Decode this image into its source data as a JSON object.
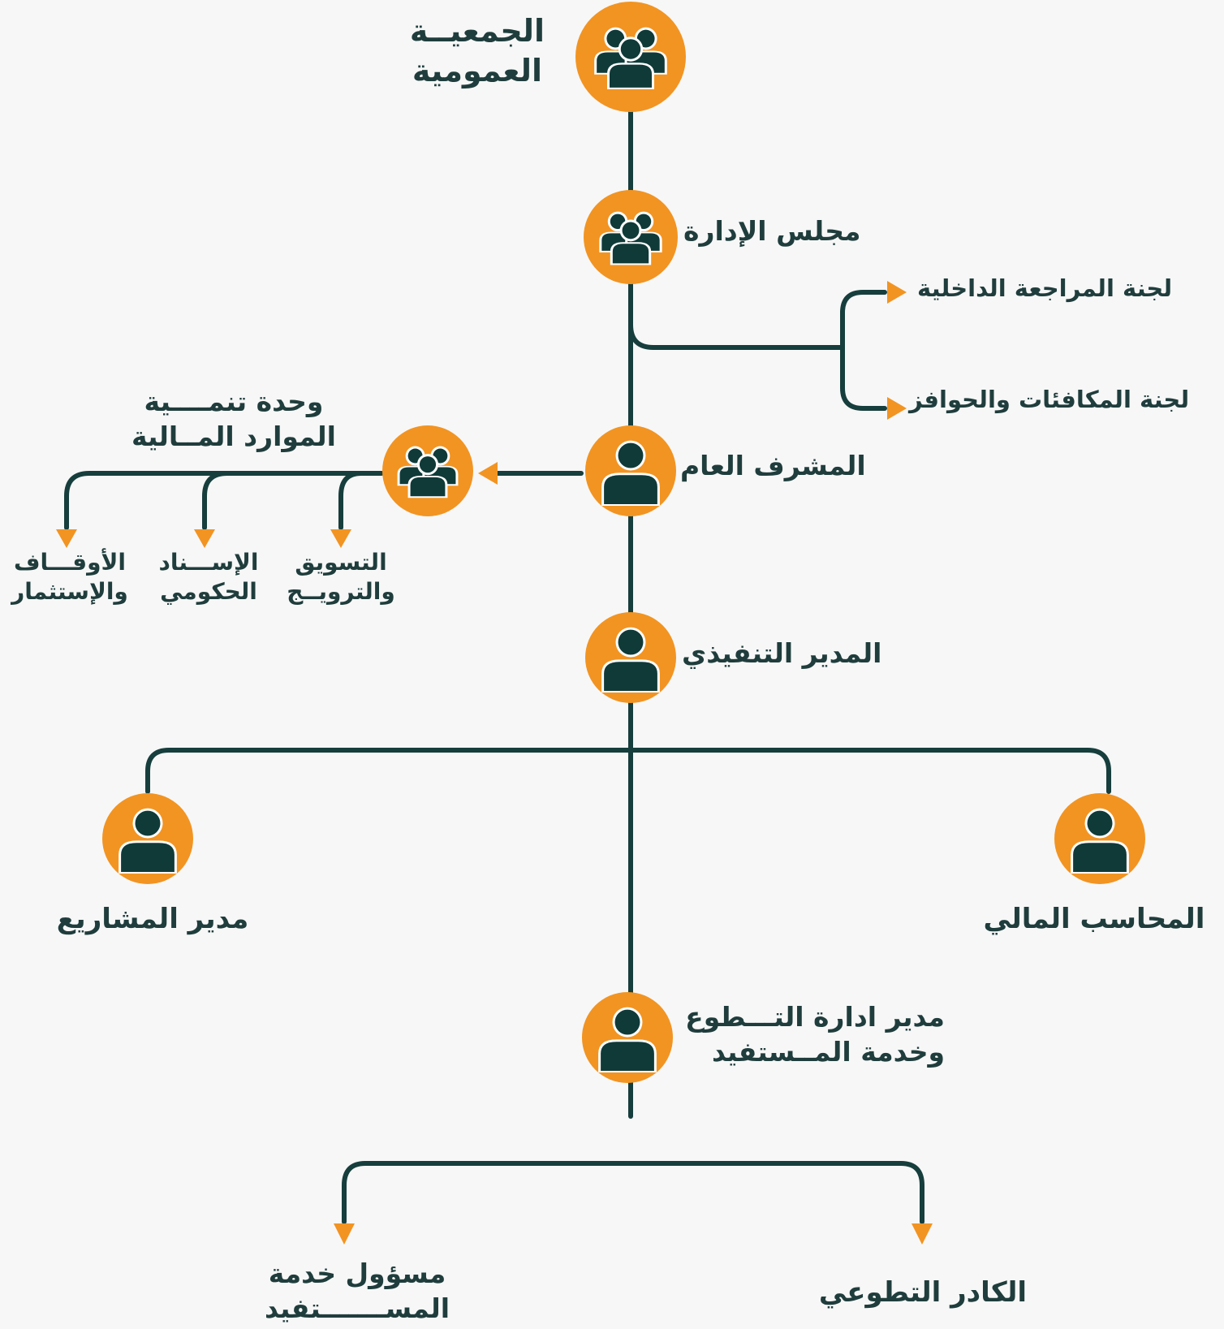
{
  "colors": {
    "background": "#f7f7f7",
    "line": "#163e3c",
    "node_fill": "#f29422",
    "icon_fill": "#0f3a38",
    "icon_outline": "#ffffff",
    "text": "#1f3d3c"
  },
  "nodes": {
    "general_assembly": {
      "icon": "group-icon",
      "label": "الجمعيــة العمومية"
    },
    "board": {
      "icon": "group-icon",
      "label": "مجلس الإدارة"
    },
    "internal_audit": {
      "icon": "arrow-icon",
      "label": "لجنة المراجعة الداخلية"
    },
    "rewards": {
      "icon": "arrow-icon",
      "label": "لجنة المكافئات والحوافز"
    },
    "supervisor": {
      "icon": "person-icon",
      "label": "المشرف العام"
    },
    "financial_dev": {
      "icon": "group-icon",
      "label": "وحدة تنمــــية الموارد المــالية"
    },
    "marketing": {
      "icon": "arrow-icon",
      "label": "التسويق والترويــج"
    },
    "gov_support": {
      "icon": "arrow-icon",
      "label": "الإســـناد الحكومي"
    },
    "endowments": {
      "icon": "arrow-icon",
      "label": "الأوقـــاف والإستثمار"
    },
    "executive": {
      "icon": "person-icon",
      "label": "المدير التنفيذي"
    },
    "projects_manager": {
      "icon": "person-icon",
      "label": "مدير المشاريع"
    },
    "accountant": {
      "icon": "person-icon",
      "label": "المحاسب المالي"
    },
    "volunteer_manager": {
      "icon": "person-icon",
      "label": "مدير ادارة التـــطوع وخدمة المــستفيد"
    },
    "beneficiary_officer": {
      "icon": "arrow-icon",
      "label": "مسؤول خدمة المســـــــتفيد"
    },
    "volunteer_staff": {
      "icon": "arrow-icon",
      "label": "الكادر التطوعي"
    }
  }
}
